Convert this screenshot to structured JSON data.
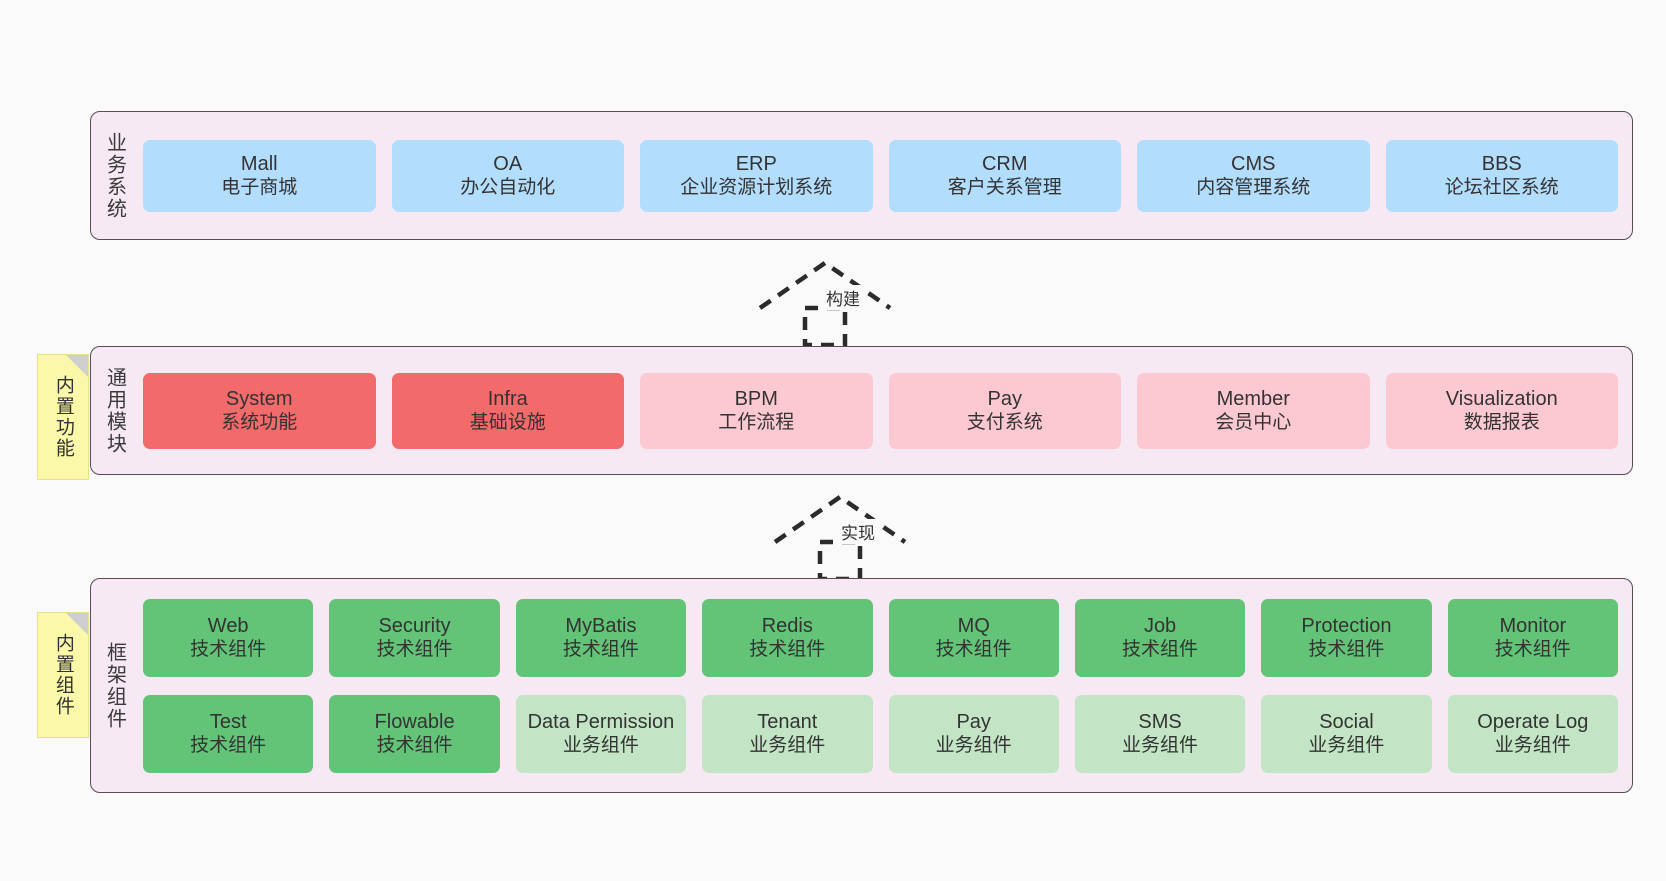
{
  "meta": {
    "background_color": "#fafafa",
    "layer_bg_color": "#f7e9f4",
    "layer_border_color": "#5c4a57",
    "sticky_color": "#fbf8aa",
    "colors": {
      "blue": "#b3ddfd",
      "red": "#f26a6a",
      "pink": "#fcc9d2",
      "green": "#63c478",
      "light_green": "#c3e5c5"
    }
  },
  "layers": {
    "business": {
      "title": "业务系统",
      "items": [
        {
          "en": "Mall",
          "cn": "电子商城",
          "color": "blue"
        },
        {
          "en": "OA",
          "cn": "办公自动化",
          "color": "blue"
        },
        {
          "en": "ERP",
          "cn": "企业资源计划系统",
          "color": "blue"
        },
        {
          "en": "CRM",
          "cn": "客户关系管理",
          "color": "blue"
        },
        {
          "en": "CMS",
          "cn": "内容管理系统",
          "color": "blue"
        },
        {
          "en": "BBS",
          "cn": "论坛社区系统",
          "color": "blue"
        }
      ]
    },
    "common": {
      "title": "通用模块",
      "sticky": "内置功能",
      "items": [
        {
          "en": "System",
          "cn": "系统功能",
          "color": "red"
        },
        {
          "en": "Infra",
          "cn": "基础设施",
          "color": "red"
        },
        {
          "en": "BPM",
          "cn": "工作流程",
          "color": "pink"
        },
        {
          "en": "Pay",
          "cn": "支付系统",
          "color": "pink"
        },
        {
          "en": "Member",
          "cn": "会员中心",
          "color": "pink"
        },
        {
          "en": "Visualization",
          "cn": "数据报表",
          "color": "pink"
        }
      ]
    },
    "framework": {
      "title": "框架组件",
      "sticky": "内置组件",
      "row1": [
        {
          "en": "Web",
          "cn": "技术组件",
          "color": "green"
        },
        {
          "en": "Security",
          "cn": "技术组件",
          "color": "green"
        },
        {
          "en": "MyBatis",
          "cn": "技术组件",
          "color": "green"
        },
        {
          "en": "Redis",
          "cn": "技术组件",
          "color": "green"
        },
        {
          "en": "MQ",
          "cn": "技术组件",
          "color": "green"
        },
        {
          "en": "Job",
          "cn": "技术组件",
          "color": "green"
        },
        {
          "en": "Protection",
          "cn": "技术组件",
          "color": "green"
        },
        {
          "en": "Monitor",
          "cn": "技术组件",
          "color": "green"
        }
      ],
      "row2": [
        {
          "en": "Test",
          "cn": "技术组件",
          "color": "green"
        },
        {
          "en": "Flowable",
          "cn": "技术组件",
          "color": "green"
        },
        {
          "en": "Data Permission",
          "cn": "业务组件",
          "color": "light_green"
        },
        {
          "en": "Tenant",
          "cn": "业务组件",
          "color": "light_green"
        },
        {
          "en": "Pay",
          "cn": "业务组件",
          "color": "light_green"
        },
        {
          "en": "SMS",
          "cn": "业务组件",
          "color": "light_green"
        },
        {
          "en": "Social",
          "cn": "业务组件",
          "color": "light_green"
        },
        {
          "en": "Operate Log",
          "cn": "业务组件",
          "color": "light_green"
        }
      ]
    }
  },
  "connectors": [
    {
      "label": "构建"
    },
    {
      "label": "实现"
    }
  ]
}
